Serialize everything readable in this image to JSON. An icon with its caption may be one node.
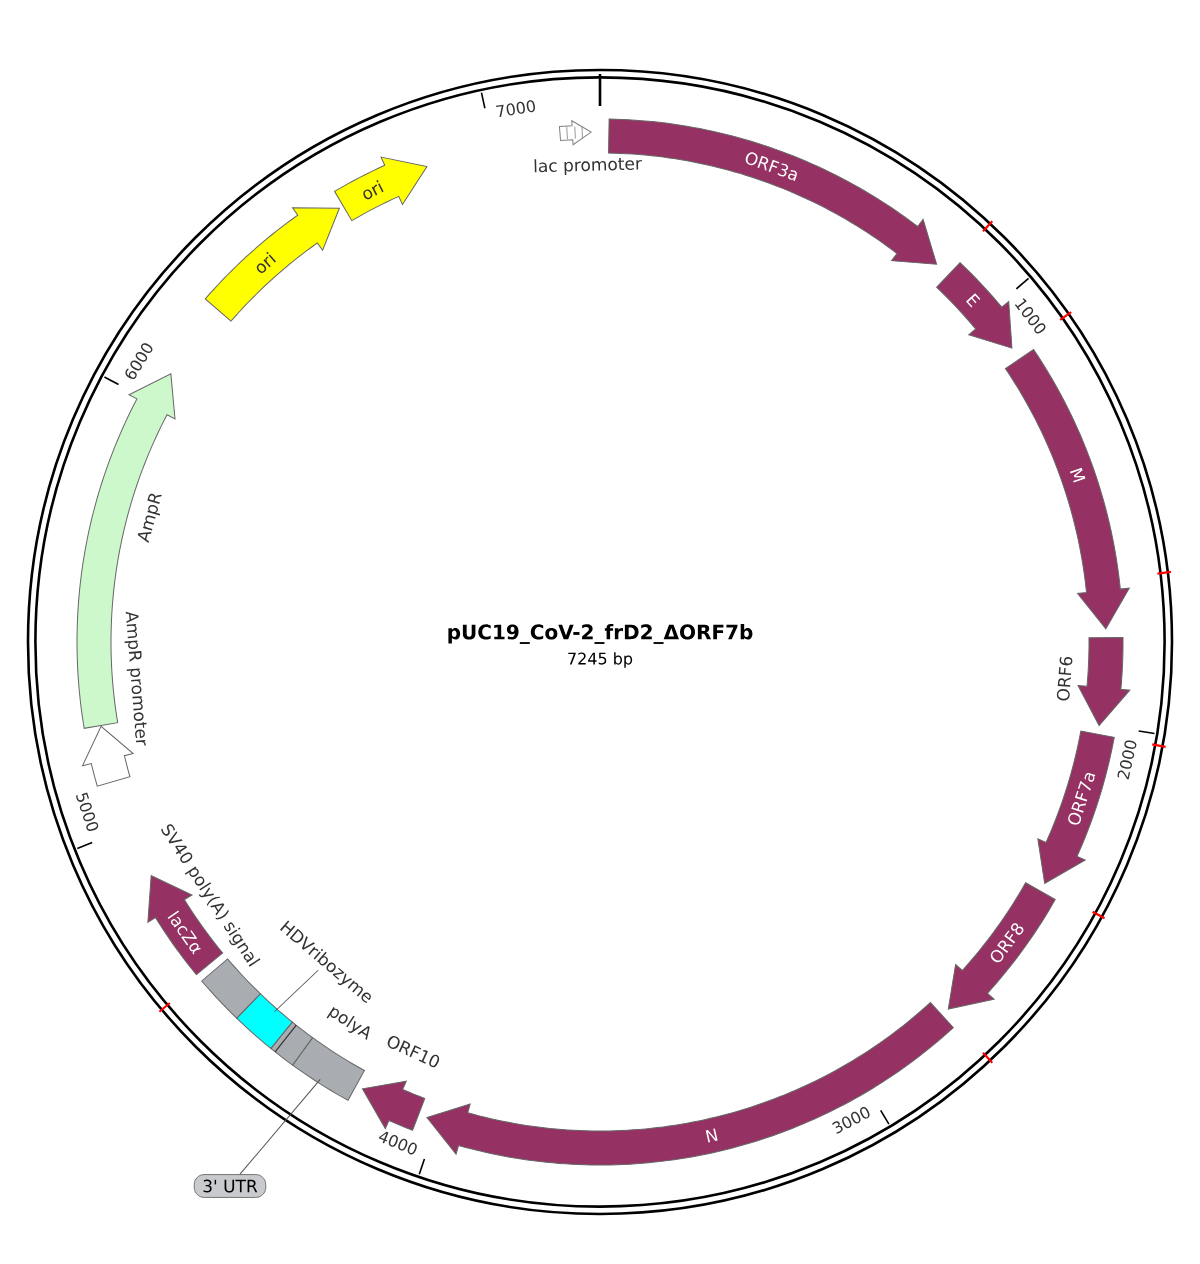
{
  "diagram": {
    "title": "pUC19_CoV-2_frD2_ΔORF7b",
    "nodes": [
      {
        "text": [
          "lac promoter"
        ]
      },
      {
        "text": [
          "ORF3a"
        ]
      },
      {
        "text": [
          "E"
        ]
      },
      {
        "text": [
          "M"
        ]
      },
      {
        "text": [
          "ORF6"
        ]
      },
      {
        "text": [
          "ORF7a"
        ]
      },
      {
        "text": [
          "ORF8"
        ]
      },
      {
        "text": [
          "N"
        ]
      },
      {
        "text": [
          "ORF10"
        ]
      },
      {
        "text": [],
        "shape": "bar"
      },
      {
        "text": [
          "polyA"
        ]
      },
      {
        "text": [],
        "shape": "bar"
      },
      {
        "text": [
          "HDVribozyme"
        ]
      },
      {
        "text": [
          "SV40 poly(A) signal"
        ]
      },
      {
        "text": [
          "lacZα"
        ]
      },
      {
        "text": [
          "3' UTR"
        ]
      },
      {
        "text": [
          "AmpR promoter"
        ]
      },
      {
        "text": [
          "AmpR"
        ]
      },
      {
        "text": [
          "ori"
        ]
      },
      {
        "text": [
          "ori"
        ]
      }
    ],
    "edges": [
      {
        "from": 12,
        "to": 11,
        "arrow": "none"
      },
      {
        "from": 15,
        "to": 9,
        "arrow": "none"
      }
    ],
    "labels": [
      "7245 bp",
      "1000",
      "2000",
      "3000",
      "4000",
      "5000",
      "6000",
      "7000"
    ]
  }
}
